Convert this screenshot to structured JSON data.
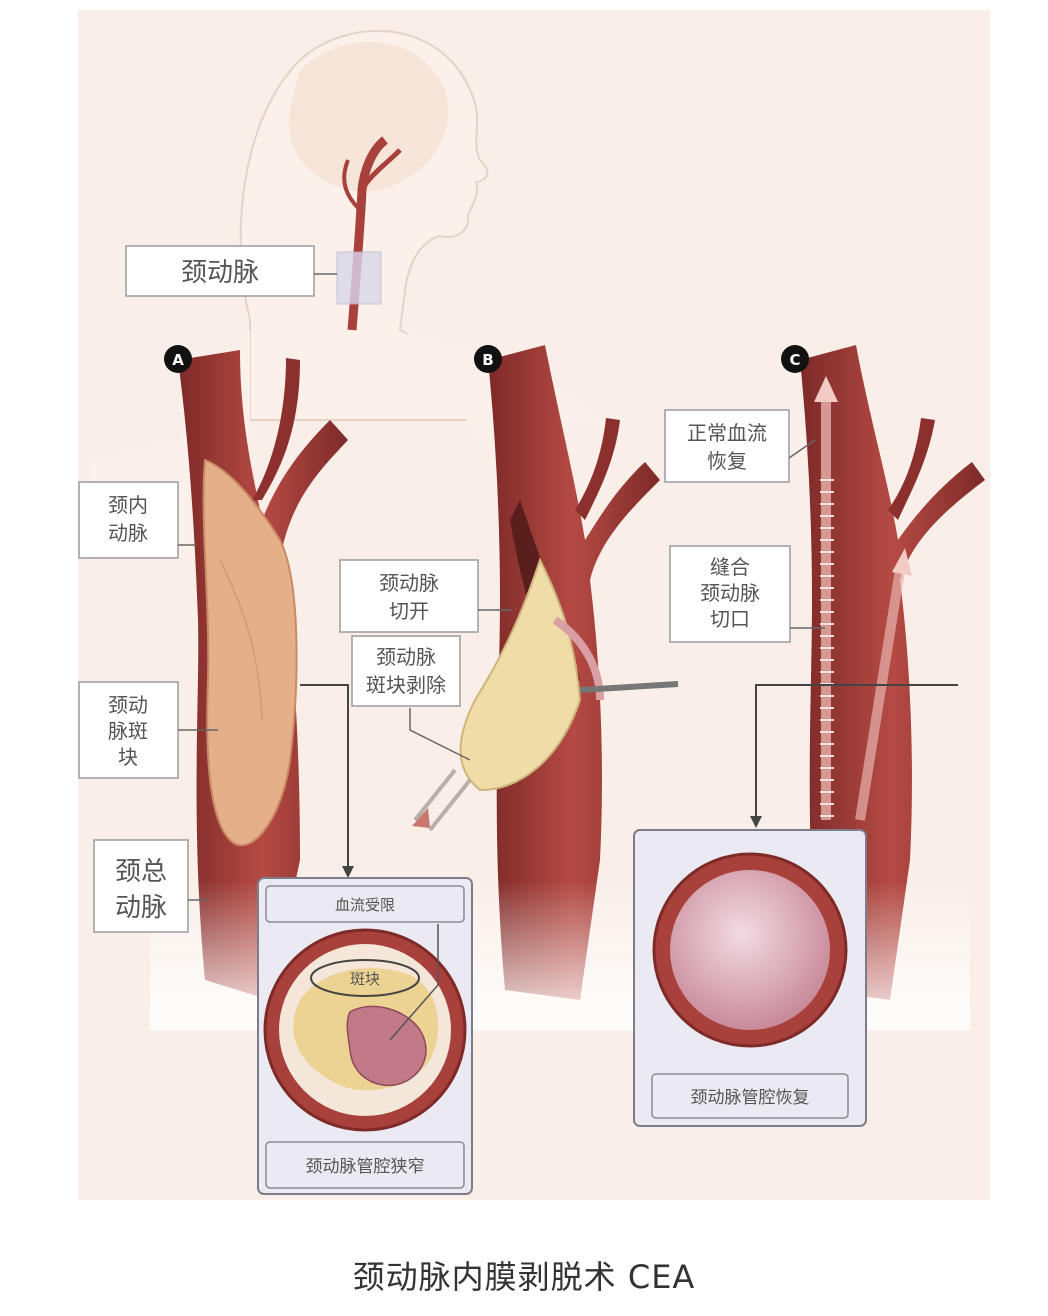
{
  "diagram": {
    "panel_markers": [
      "A",
      "B",
      "C"
    ],
    "labels": {
      "carotid_top": "颈动脉",
      "internal_carotid": [
        "颈内",
        "动脉"
      ],
      "plaque": [
        "颈动",
        "脉斑",
        "块"
      ],
      "common_carotid": [
        "颈总",
        "动脉"
      ],
      "incision": [
        "颈动脉",
        "切开"
      ],
      "plaque_removal": [
        "颈动脉",
        "斑块剥除"
      ],
      "flow_restored": [
        "正常血流",
        "恢复"
      ],
      "suture": [
        "缝合",
        "颈动脉",
        "切口"
      ]
    },
    "inset_a": {
      "header": "血流受限",
      "plaque_tag": "斑块",
      "footer": "颈动脉管腔狭窄"
    },
    "inset_c": {
      "footer": "颈动脉管腔恢复"
    }
  },
  "caption": "颈动脉内膜剥脱术 CEA",
  "colors": {
    "artery": "#a8403c",
    "artery_dark": "#7d2a28",
    "plaque": "#e6c48f",
    "skin": "#f8ede6",
    "inset_bg": "#ebeaf2"
  }
}
